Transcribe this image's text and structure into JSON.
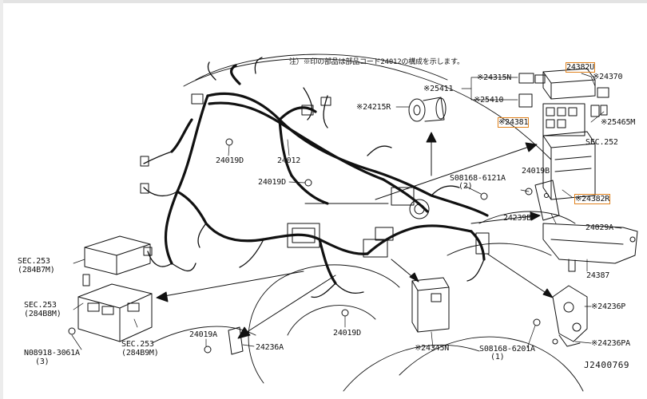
{
  "note": "注）※印の部品は部品コード24012の構成を示します。",
  "labels": {
    "p24315N": "※24315N",
    "p25411": "※25411",
    "p25410": "※25410",
    "p24215R": "※24215R",
    "p24382U": "24382U",
    "p24370": "※24370",
    "p24381": "※24381",
    "p25465M": "※25465M",
    "sec252": "SEC.252",
    "p24019B": "24019B",
    "p24382R": "※24382R",
    "p24239B": "24239B",
    "p24029A": "24029A",
    "p24387": "24387",
    "p24019D_a": "24019D",
    "p24012": "24012",
    "p24019D_b": "24019D",
    "bolt1_code": "S08168-6121A",
    "bolt1_qty": "(2)",
    "sec253_a": "SEC.253",
    "sec253_a_sub": "(284B7M)",
    "sec253_b": "SEC.253",
    "sec253_b_sub": "(284B8M)",
    "sec253_c": "SEC.253",
    "sec253_c_sub": "(284B9M)",
    "nut_code": "N08918-3061A",
    "nut_qty": "(3)",
    "p24019A": "24019A",
    "p24236A": "24236A",
    "p24019D_c": "24019D",
    "p24345N": "※24345N",
    "bolt2_code": "S08168-6201A",
    "bolt2_qty": "(1)",
    "p24236P": "※24236P",
    "p24236PA": "※24236PA"
  },
  "figure_code": "J2400769",
  "colors": {
    "highlight": "#e0821e",
    "ink": "#111111"
  }
}
